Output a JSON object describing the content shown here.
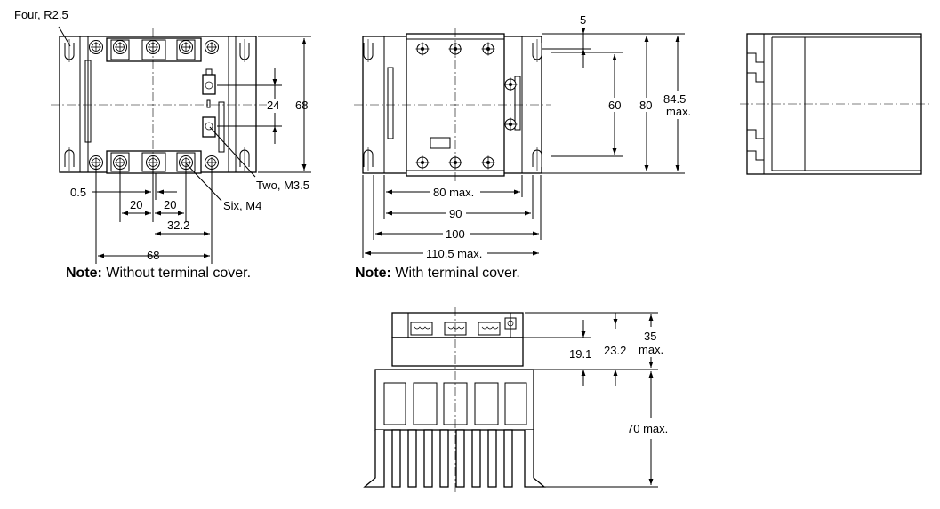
{
  "labels": {
    "four_r25": "Four, R2.5",
    "two_m35": "Two, M3.5",
    "six_m4": "Six, M4"
  },
  "front_view": {
    "dim_68_vertical": "68",
    "dim_24": "24",
    "dim_05": "0.5",
    "dim_20_left": "20",
    "dim_20_right": "20",
    "dim_322": "32.2",
    "dim_68_horizontal": "68",
    "note_bold": "Note:",
    "note_text": " Without terminal cover."
  },
  "cover_view": {
    "dim_5": "5",
    "dim_60": "60",
    "dim_80": "80",
    "dim_845": "84.5",
    "dim_845_max": "max.",
    "dim_80max": "80 max.",
    "dim_90": "90",
    "dim_100": "100",
    "dim_1105": "110.5 max.",
    "note_bold": "Note:",
    "note_text": " With terminal cover."
  },
  "side_view": {
    "dim_191": "19.1",
    "dim_232": "23.2",
    "dim_35": "35",
    "dim_35_max": "max.",
    "dim_70": "70 max."
  }
}
